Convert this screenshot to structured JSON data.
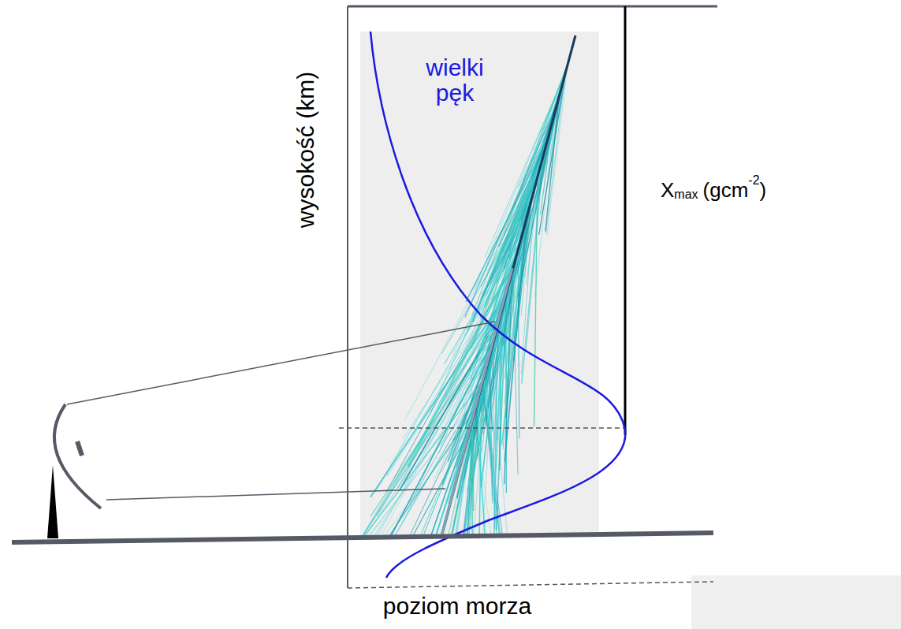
{
  "diagram": {
    "labels": [
      "wielki pęk",
      "wysokość (km)",
      "X",
      "max",
      "(gcm",
      "-2",
      ")",
      "poziom morza"
    ]
  }
}
